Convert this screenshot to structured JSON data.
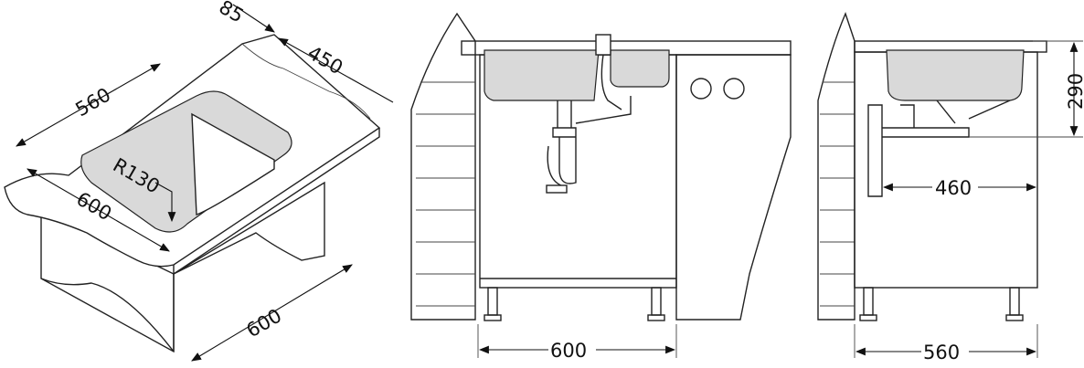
{
  "iso_view": {
    "depth_85": "85",
    "width_450": "450",
    "length_560": "560",
    "radius": "R130",
    "length_600": "600",
    "cabinet_600": "600"
  },
  "front_view": {
    "width_600": "600"
  },
  "side_view": {
    "height_290": "290",
    "depth_460": "460",
    "depth_560": "560"
  }
}
